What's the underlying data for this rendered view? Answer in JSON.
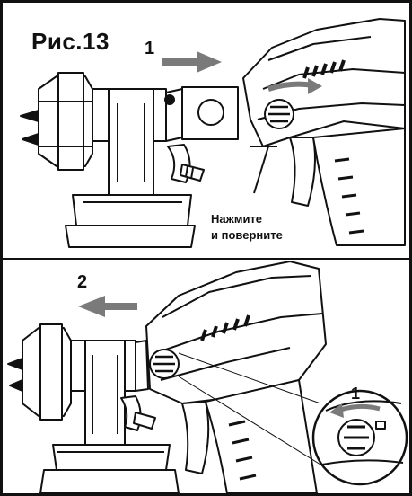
{
  "figure": {
    "title": "Рис.13",
    "step_1": "1",
    "step_2": "2",
    "detail_step": "1",
    "caption_line1": "Нажмите",
    "caption_line2": "и поверните"
  }
}
